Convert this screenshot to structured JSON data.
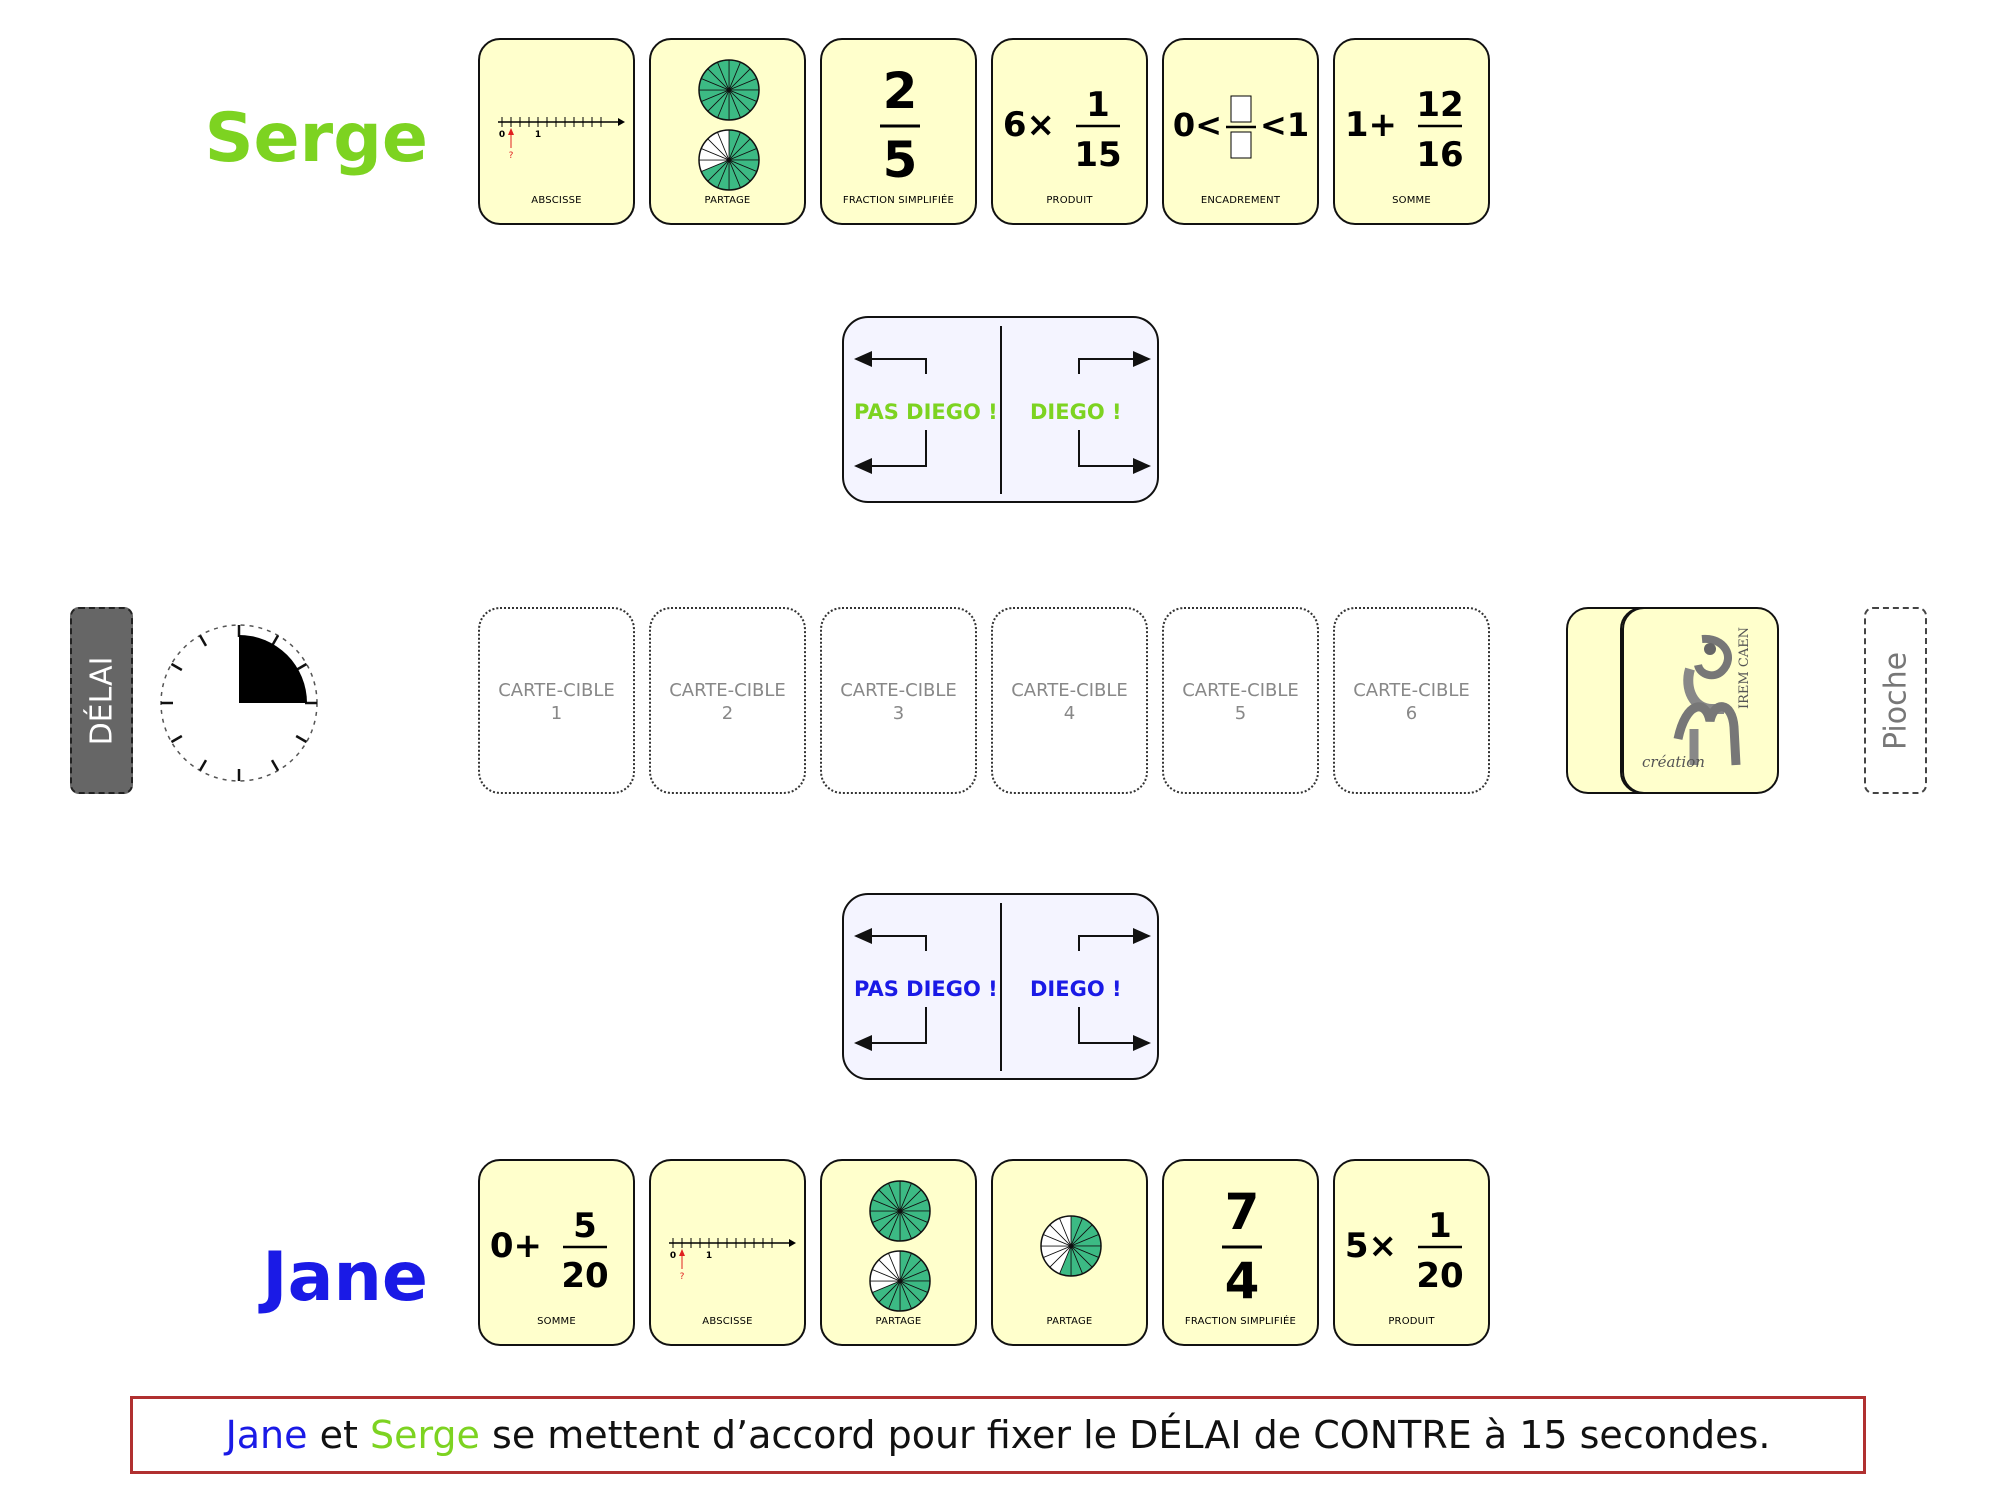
{
  "players": {
    "top": {
      "name": "Serge",
      "color": "#7dd321"
    },
    "bottom": {
      "name": "Jane",
      "color": "#1a1ae6"
    }
  },
  "serge_cards": [
    {
      "label": "ABSCISSE",
      "kind": "number-line",
      "ticks": [
        "0",
        "1"
      ],
      "marker": "?"
    },
    {
      "label": "PARTAGE",
      "kind": "pie-pair"
    },
    {
      "label": "FRACTION SIMPLIFIÉE",
      "kind": "fraction",
      "numerator": "2",
      "denominator": "5"
    },
    {
      "label": "PRODUIT",
      "kind": "product",
      "prefix": "6×",
      "numerator": "1",
      "denominator": "15"
    },
    {
      "label": "ENCADREMENT",
      "kind": "bracket",
      "left": "0<",
      "right": "<1"
    },
    {
      "label": "SOMME",
      "kind": "sum",
      "prefix": "1+",
      "numerator": "12",
      "denominator": "16"
    }
  ],
  "jane_cards": [
    {
      "label": "SOMME",
      "kind": "sum",
      "prefix": "0+",
      "numerator": "5",
      "denominator": "20"
    },
    {
      "label": "ABSCISSE",
      "kind": "number-line",
      "ticks": [
        "0",
        "1"
      ],
      "marker": "?"
    },
    {
      "label": "PARTAGE",
      "kind": "pie-pair"
    },
    {
      "label": "PARTAGE",
      "kind": "pie-single"
    },
    {
      "label": "FRACTION SIMPLIFIÉE",
      "kind": "fraction",
      "numerator": "7",
      "denominator": "4"
    },
    {
      "label": "PRODUIT",
      "kind": "product",
      "prefix": "5×",
      "numerator": "1",
      "denominator": "20"
    }
  ],
  "diego_top": {
    "left": "PAS DIEGO !",
    "right": "DIEGO !",
    "color": "#7dd321"
  },
  "diego_bottom": {
    "left": "PAS DIEGO !",
    "right": "DIEGO !",
    "color": "#1a1ae6"
  },
  "targets": [
    {
      "title": "CARTE-CIBLE",
      "num": "1"
    },
    {
      "title": "CARTE-CIBLE",
      "num": "2"
    },
    {
      "title": "CARTE-CIBLE",
      "num": "3"
    },
    {
      "title": "CARTE-CIBLE",
      "num": "4"
    },
    {
      "title": "CARTE-CIBLE",
      "num": "5"
    },
    {
      "title": "CARTE-CIBLE",
      "num": "6"
    }
  ],
  "delai_label": "DÉLAI",
  "timer": {
    "fraction_elapsed": 0.25
  },
  "pioche_label": "Pioche",
  "deck_logo": {
    "top_text": "IREM CAEN",
    "bottom_text": "création"
  },
  "message": {
    "name1": "Jane",
    "mid1": " et ",
    "name2": "Serge",
    "rest": " se mettent d’accord pour fixer le DÉLAI de CONTRE à 15 secondes."
  },
  "colors": {
    "card_bg": "#ffffcc",
    "pie_green": "#3cba84",
    "panel_bg": "#f4f4ff"
  }
}
